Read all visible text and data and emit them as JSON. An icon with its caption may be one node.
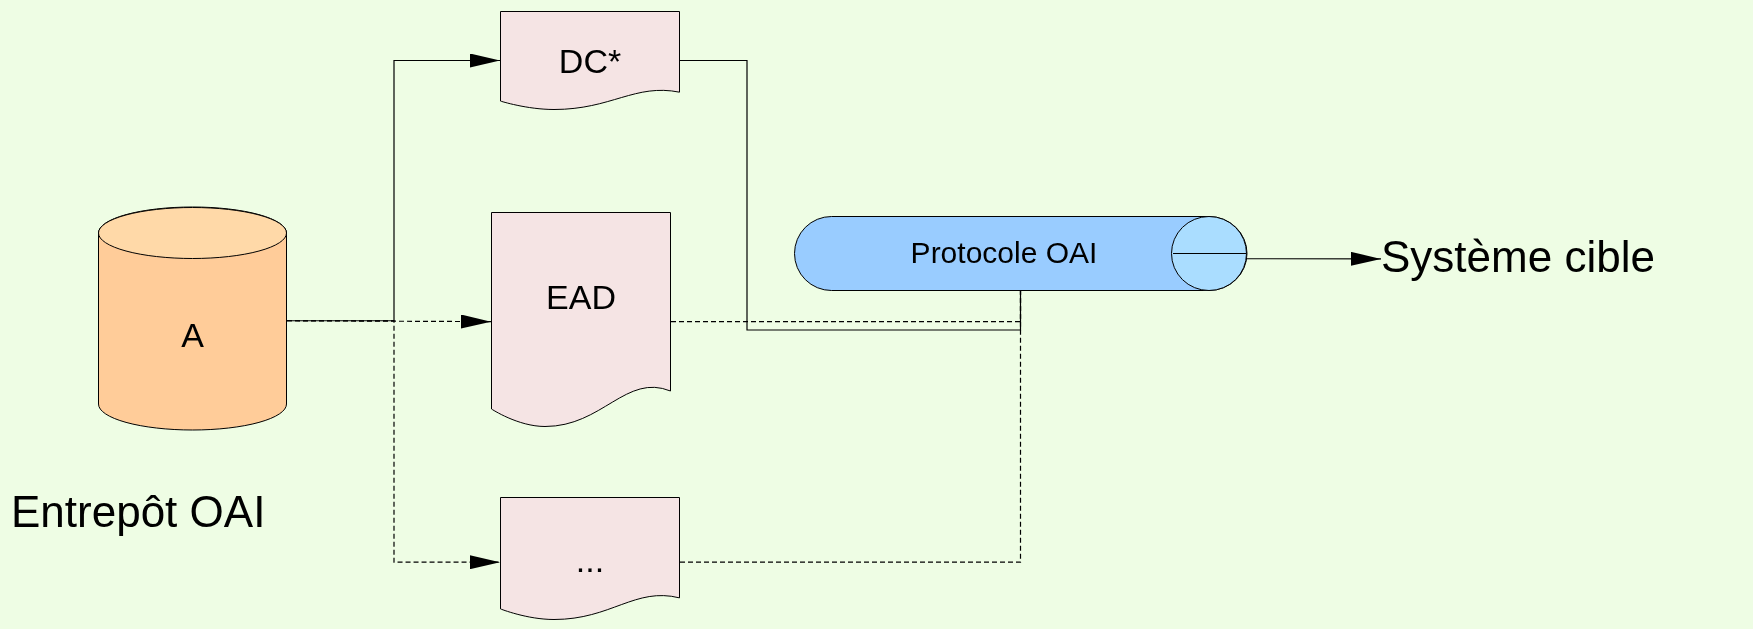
{
  "diagram": {
    "nodes": [
      {
        "text": [
          "A"
        ],
        "beside": [
          "Entrepôt OAI"
        ]
      },
      {
        "text": [
          "DC*"
        ]
      },
      {
        "text": [
          "EAD"
        ]
      },
      {
        "text": [
          "..."
        ]
      },
      {
        "text": [
          "Protocole OAI"
        ]
      },
      {
        "text": [
          "Système cible"
        ]
      }
    ],
    "edges": [
      {
        "from": 0,
        "to": 1,
        "arrow": "to"
      },
      {
        "from": 0,
        "to": 2,
        "arrow": "to",
        "style": "dashed"
      },
      {
        "from": 0,
        "to": 3,
        "arrow": "to",
        "style": "dashed"
      },
      {
        "from": 1,
        "to": 4,
        "arrow": "none"
      },
      {
        "from": 2,
        "to": 4,
        "arrow": "none",
        "style": "dashed"
      },
      {
        "from": 3,
        "to": 4,
        "arrow": "none",
        "style": "dashed"
      },
      {
        "from": 4,
        "to": 5,
        "arrow": "to"
      }
    ]
  }
}
